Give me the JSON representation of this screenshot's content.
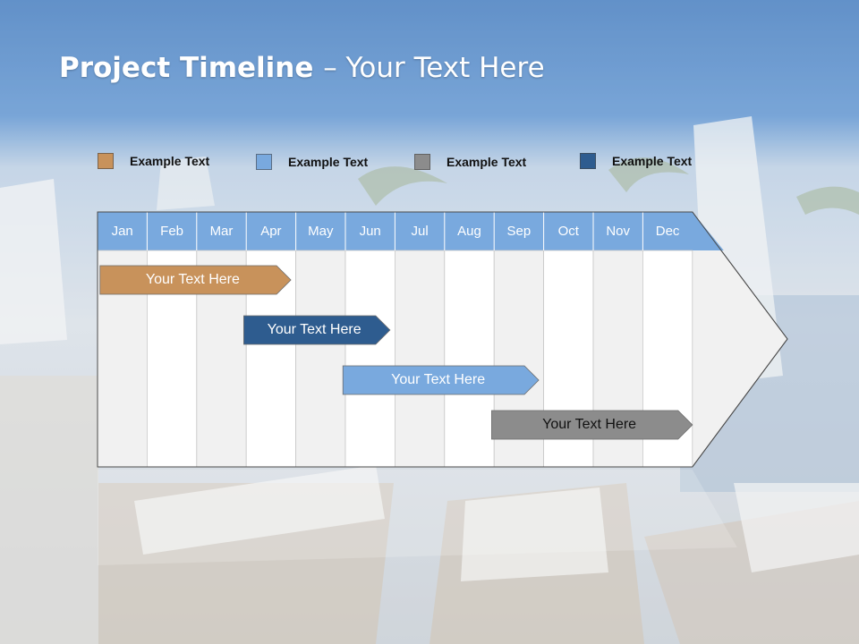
{
  "slide": {
    "title_bold": "Project Timeline",
    "title_rest": "– Your Text Here"
  },
  "legend": [
    {
      "label": "Example Text",
      "color": "#c8925b"
    },
    {
      "label": "Example Text",
      "color": "#79a9de"
    },
    {
      "label": "Example Text",
      "color": "#8c8c8c"
    },
    {
      "label": "Example Text",
      "color": "#2e5c8f"
    }
  ],
  "chart_data": {
    "type": "gantt",
    "months": [
      "Jan",
      "Feb",
      "Mar",
      "Apr",
      "May",
      "Jun",
      "Jul",
      "Aug",
      "Sep",
      "Oct",
      "Nov",
      "Dec"
    ],
    "tasks": [
      {
        "label": "Your  Text Here",
        "start": 0.05,
        "end": 3.9,
        "color": "#c8925b",
        "text_color": "#ffffff"
      },
      {
        "label": "Your  Text Here",
        "start": 2.95,
        "end": 5.9,
        "color": "#2e5c8f",
        "text_color": "#ffffff"
      },
      {
        "label": "Your  Text Here",
        "start": 4.95,
        "end": 8.9,
        "color": "#79a9de",
        "text_color": "#ffffff"
      },
      {
        "label": "Your  Text Here",
        "start": 7.95,
        "end": 12.0,
        "color": "#8c8c8c",
        "text_color": "#111111"
      }
    ]
  },
  "colors": {
    "header_fill": "#79a9de",
    "grid_light": "#f1f1f1",
    "grid_white": "#ffffff",
    "sky_top": "#4a82c4"
  }
}
